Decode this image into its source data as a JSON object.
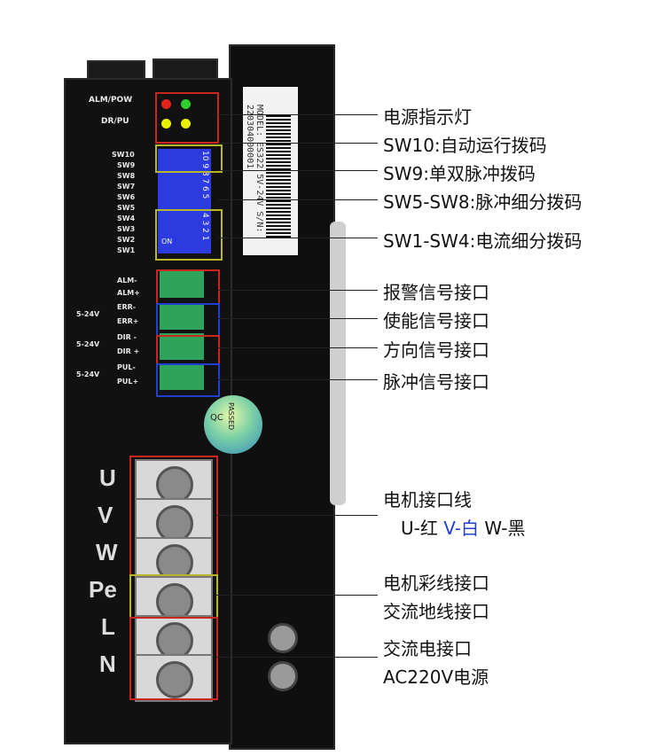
{
  "device": {
    "terminal_labels_top": [
      "ALM/POW",
      "DR/PU"
    ],
    "switch_labels": [
      "SW10",
      "SW9",
      "SW8",
      "SW7",
      "SW6",
      "SW5",
      "SW4",
      "SW3",
      "SW2",
      "SW1"
    ],
    "dip_numbers_top": "10 9 8 7 6 5",
    "dip_numbers_bottom": "4 3 2 1",
    "dip_on": "ON",
    "signal_labels": [
      "ALM-",
      "ALM+",
      "ERR-",
      "ERR+",
      "DIR -",
      "DIR +",
      "PUL-",
      "PUL+"
    ],
    "voltage_labels": [
      "5-24V",
      "5-24V",
      "5-24V"
    ],
    "motor_terminals": [
      "U",
      "V",
      "W",
      "Pe",
      "L",
      "N"
    ],
    "sticker_text": "MODEL: ES322  5V-24V  S/N: 220304000001",
    "qc_text": [
      "QC",
      "PASSED"
    ],
    "colors": {
      "red_box": "#c8261f",
      "olive_box": "#b8b62a",
      "blue_box": "#1f3fd0",
      "dip_blue": "#2b3be0",
      "terminal_green": "#2fa25b"
    }
  },
  "callouts": {
    "power_led": "电源指示灯",
    "sw10": "SW10:自动运行拨码",
    "sw9": "SW9:单双脉冲拨码",
    "sw5_8": "SW5-SW8:脉冲细分拨码",
    "sw1_4": "SW1-SW4:电流细分拨码",
    "alarm": "报警信号接口",
    "enable": "使能信号接口",
    "direction": "方向信号接口",
    "pulse": "脉冲信号接口",
    "motor_line": "电机接口线",
    "motor_colors_u": "U-红",
    "motor_colors_v": "V-白",
    "motor_colors_w": "W-黑",
    "motor_color_port": "电机彩线接口",
    "ac_ground": "交流地线接口",
    "ac_power_port": "交流电接口",
    "ac_power_source": "AC220V电源"
  }
}
